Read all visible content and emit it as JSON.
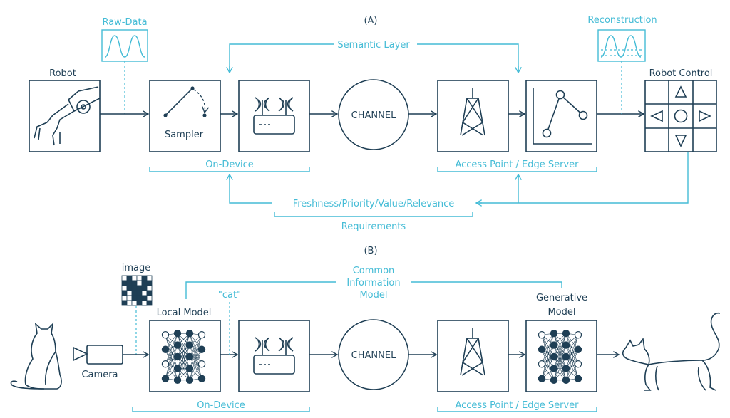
{
  "colors": {
    "dark": "#1f3f55",
    "accent": "#45bcd6"
  },
  "panel_a": {
    "label": "(A)",
    "raw_data": "Raw-Data",
    "robot": "Robot",
    "sampler": "Sampler",
    "channel": "CHANNEL",
    "semantic_layer": "Semantic Layer",
    "reconstruction": "Reconstruction",
    "robot_control": "Robot Control",
    "on_device": "On-Device",
    "access_point": "Access Point / Edge Server",
    "freshness": "Freshness/Priority/Value/Relevance",
    "requirements": "Requirements"
  },
  "panel_b": {
    "label": "(B)",
    "image": "image",
    "local_model": "Local Model",
    "cat_quote": "\"cat\"",
    "common_info": [
      "Common",
      "Information",
      "Model"
    ],
    "generative": [
      "Generative",
      "Model"
    ],
    "camera": "Camera",
    "channel": "CHANNEL",
    "on_device": "On-Device",
    "access_point": "Access Point / Edge Server"
  },
  "icons": [
    "robot-arm-icon",
    "switch-icon",
    "router-icon",
    "tower-icon",
    "graph-icon",
    "dpad-icon",
    "neural-net-icon",
    "camera-icon",
    "cat-icon",
    "pixel-grid-icon"
  ]
}
